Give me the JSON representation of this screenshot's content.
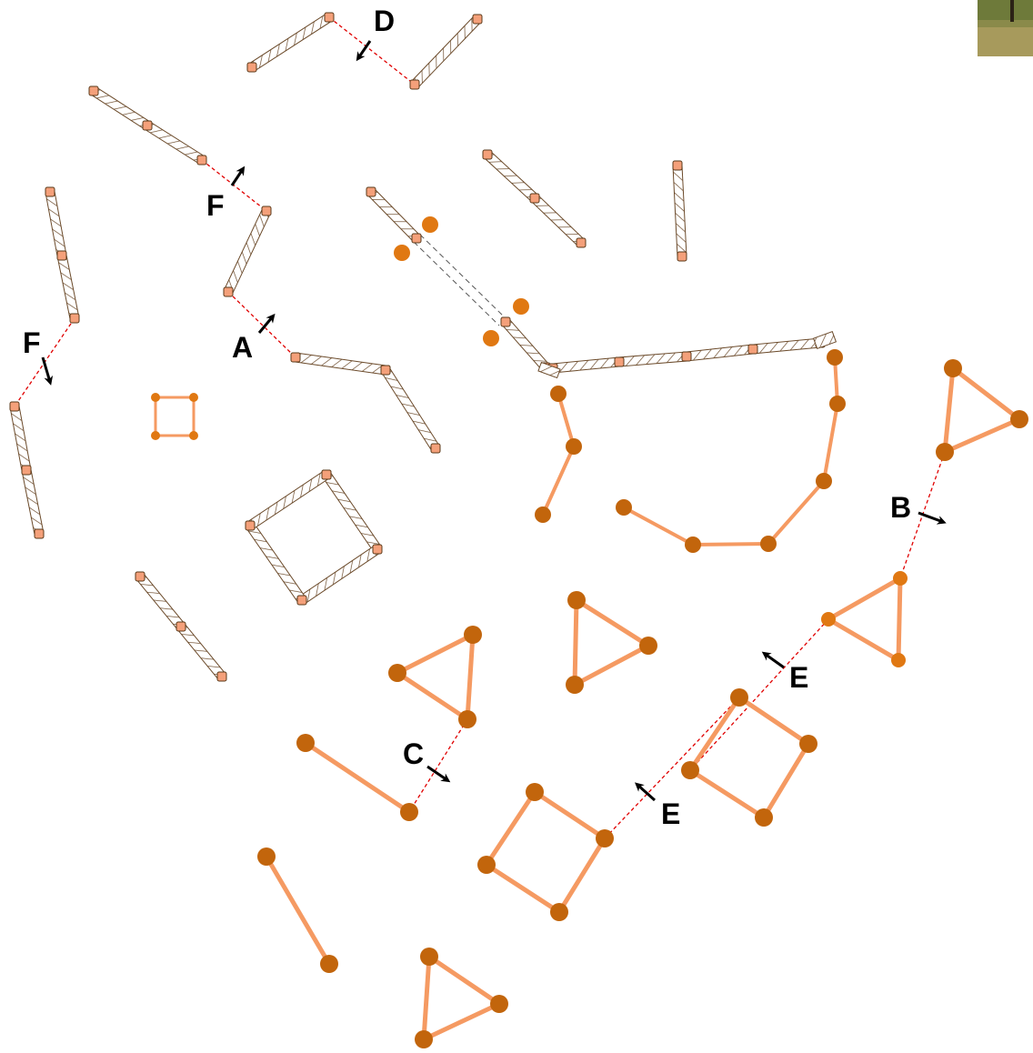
{
  "labels": {
    "A": "A",
    "B": "B",
    "C": "C",
    "D": "D",
    "E": "E",
    "F": "F"
  },
  "colors": {
    "hatch_stroke": "#6b4a2a",
    "hatch_fill": "#ffffff",
    "node_light": "#f4a07a",
    "node_dark": "#c2650c",
    "node_mid": "#e07812",
    "edge_orange": "#f59a62",
    "connector_red": "#e00000",
    "arrow": "#000000"
  }
}
